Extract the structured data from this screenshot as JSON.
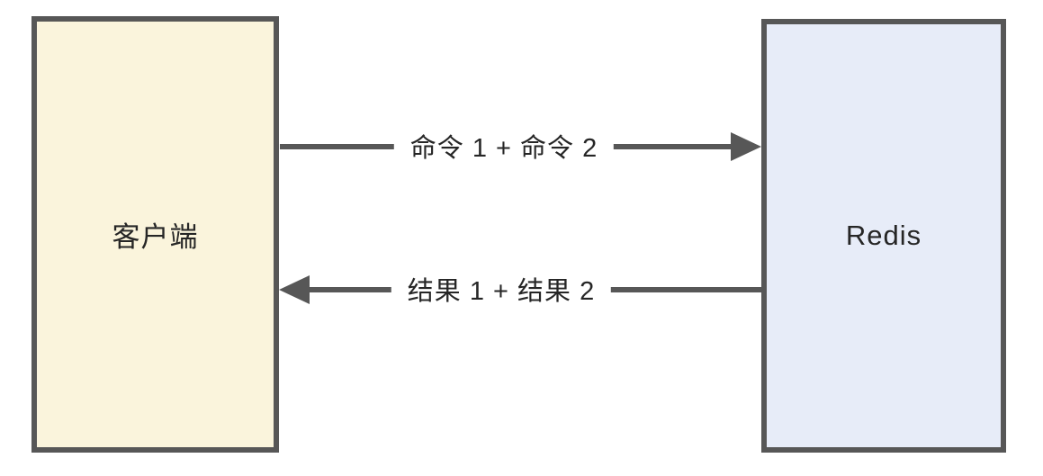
{
  "diagram": {
    "title": "Redis pipeline batching diagram",
    "background": "#ffffff",
    "colors": {
      "border": "#575757",
      "arrow": "#575757",
      "text": "#262626"
    },
    "nodes": [
      {
        "id": "client",
        "label": "客户端",
        "fill": "#FAF4DC"
      },
      {
        "id": "redis",
        "label": "Redis",
        "fill": "#E7ECF8"
      }
    ],
    "edges": [
      {
        "id": "command",
        "label": "命令 1 + 命令 2",
        "from": "client",
        "to": "redis",
        "direction": "right"
      },
      {
        "id": "result",
        "label": "结果 1 + 结果 2",
        "from": "redis",
        "to": "client",
        "direction": "left"
      }
    ]
  }
}
